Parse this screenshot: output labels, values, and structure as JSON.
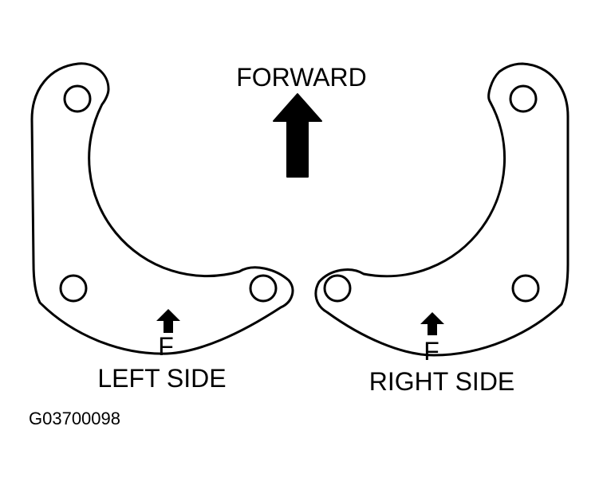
{
  "labels": {
    "forward": "FORWARD",
    "left_side": "LEFT SIDE",
    "right_side": "RIGHT SIDE",
    "left_marker": "F",
    "right_marker": "F",
    "figure_id": "G03700098"
  },
  "colors": {
    "ink": "#000000",
    "paper": "#ffffff"
  },
  "icons": {
    "forward_arrow": "arrow-up-icon",
    "left_marker_arrow": "arrow-up-icon",
    "right_marker_arrow": "arrow-up-icon"
  }
}
